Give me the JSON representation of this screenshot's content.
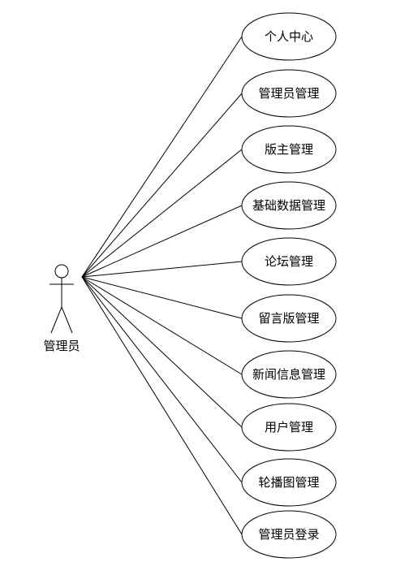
{
  "actor": {
    "label": "管理员"
  },
  "use_cases": [
    "个人中心",
    "管理员管理",
    "版主管理",
    "基础数据管理",
    "论坛管理",
    "留言版管理",
    "新闻信息管理",
    "用户管理",
    "轮播图管理",
    "管理员登录"
  ]
}
